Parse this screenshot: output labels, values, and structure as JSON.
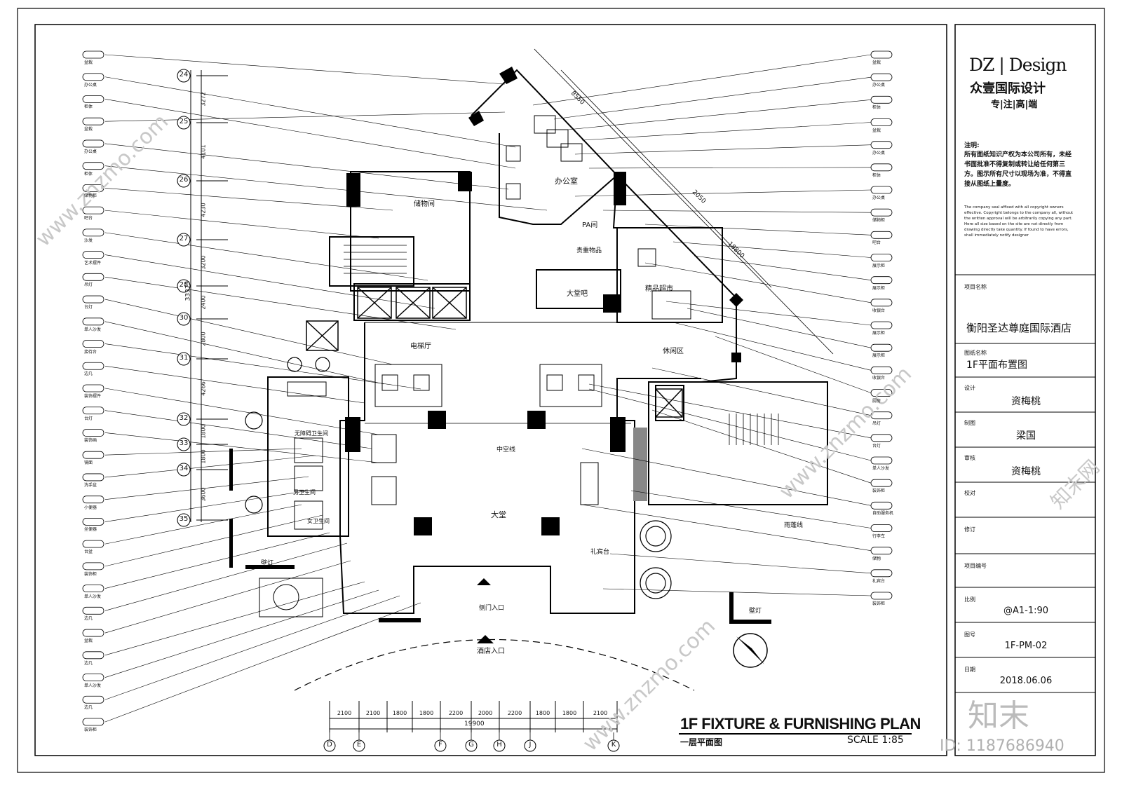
{
  "brand": {
    "logo_en": "DZ | Design",
    "logo_cn": "众壹国际设计",
    "slogan": "专|注|高|端"
  },
  "notes": {
    "title": "注明:",
    "cn": "所有图纸知识产权为本公司所有，未经书面批准不得复制或转让给任何第三方。图示所有尺寸以现场为准，不得直接从图纸上量度。",
    "en": "The company seal affixed with all copyright owners effective. Copyright belongs to the company all, without the written approval will be arbitrarily copying any part. Here all size based on the site are not directly from drawing directly take quantity. If found to have errors, shall immediately notify designer"
  },
  "title_block": {
    "project_label": "项目名称",
    "project_name": "衡阳圣达尊庭国际酒店",
    "drawing_label": "图纸名称",
    "drawing_name": "1F平面布置图",
    "design_label": "设计",
    "designer": "资梅桃",
    "draw_label": "制图",
    "drafter": "梁国",
    "review_label": "审核",
    "reviewer": "资梅桃",
    "check_label": "校对",
    "revise_label": "修订",
    "number_label": "项目编号",
    "scale_label": "比例",
    "scale": "@A1-1:90",
    "sheet_label": "图号",
    "sheet_no": "1F-PM-02",
    "date_label": "日期",
    "date": "2018.06.06"
  },
  "plan": {
    "title_en": "1F FIXTURE & FURNISHING PLAN",
    "title_cn": "一层平面图",
    "scale": "SCALE 1:85",
    "rooms": {
      "office": "办公室",
      "storage": "储物间",
      "pa": "PA间",
      "luggage": "贵重物品",
      "lobby_bar": "大堂吧",
      "shop": "精品超市",
      "elevator_hall": "电梯厅",
      "leisure": "休闲区",
      "lobby": "大堂",
      "restroom": "无障碍卫生间",
      "male": "男卫生间",
      "female": "女卫生间",
      "entrance": "酒店入口",
      "side_entrance": "侧门入口",
      "corridor_line": "中空线",
      "canopy_line": "雨蓬线",
      "wall_lamp": "壁灯",
      "concierge": "礼宾台"
    },
    "axis_letters": [
      "D",
      "E",
      "F",
      "G",
      "H",
      "J",
      "K"
    ],
    "axis_numbers": [
      "24",
      "25",
      "26",
      "27",
      "28",
      "30",
      "31",
      "32",
      "33",
      "34",
      "35"
    ],
    "bottom_dims": [
      "2100",
      "2100",
      "1800",
      "1800",
      "2200",
      "2000",
      "2200",
      "1800",
      "1800",
      "2100"
    ],
    "bottom_total": "19900",
    "left_dims": [
      "3272",
      "4101",
      "4230",
      "3200",
      "2400",
      "2800",
      "4266",
      "1800",
      "1800",
      "3600"
    ],
    "left_total": "33373",
    "diag_dims": [
      "8550",
      "2050",
      "19800"
    ]
  },
  "callouts": {
    "left": [
      "盆栽",
      "办公桌",
      "柜体",
      "盆栽",
      "办公桌",
      "柜体",
      "储物柜",
      "吧台",
      "沙发",
      "艺术摆件",
      "吊灯",
      "台灯",
      "单人沙发",
      "接待台",
      "边几",
      "装饰摆件",
      "台灯",
      "装饰画",
      "镜面",
      "洗手盆",
      "小便器",
      "坐便器",
      "台盆",
      "装饰柜",
      "单人沙发",
      "边几",
      "盆栽",
      "边几",
      "单人沙发",
      "边几",
      "装饰柜"
    ],
    "right": [
      "盆栽",
      "办公桌",
      "柜体",
      "盆栽",
      "办公桌",
      "柜体",
      "办公桌",
      "储物柜",
      "吧台",
      "展示柜",
      "展示柜",
      "收银台",
      "展示柜",
      "展示柜",
      "收银台",
      "厨房",
      "吊灯",
      "台灯",
      "单人沙发",
      "装饰柜",
      "自助服务机",
      "行李车",
      "储物",
      "礼宾台",
      "装饰柜"
    ]
  },
  "watermark": {
    "site": "www.znzmo.com",
    "brand": "知末网",
    "logo": "知末",
    "id": "ID: 1187686940"
  }
}
